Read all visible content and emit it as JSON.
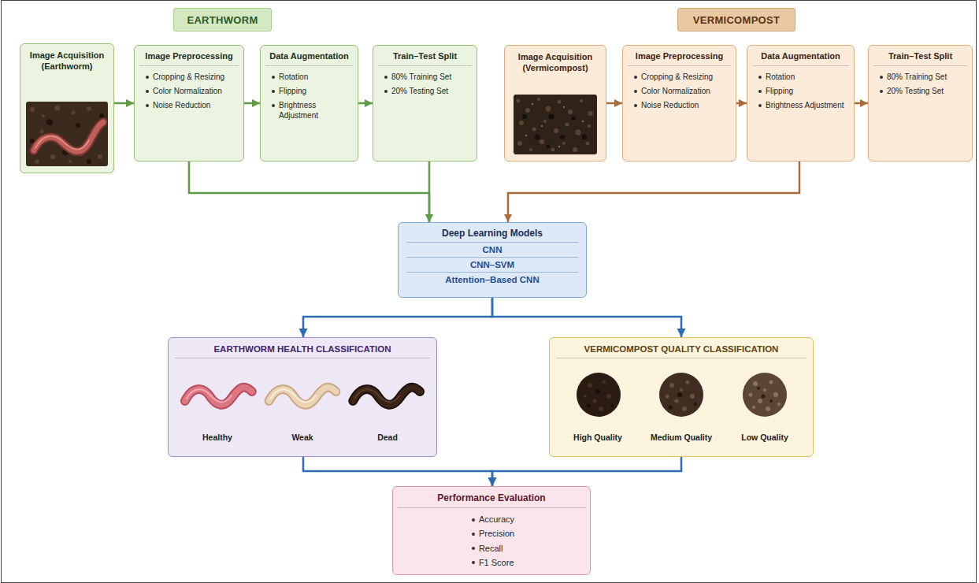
{
  "diagram": {
    "nodes": [
      {
        "text": [
          "EARTHWORM"
        ]
      },
      {
        "text": [
          "VERMICOMPOST"
        ]
      },
      {
        "text": [
          "Image Acquisition (Earthworm)"
        ]
      },
      {
        "text": [
          "Image Preprocessing",
          "Cropping & Resizing",
          "Color Normalization",
          "Noise Reduction"
        ]
      },
      {
        "text": [
          "Data Augmentation",
          "Rotation",
          "Flipping",
          "Brightness Adjustment"
        ]
      },
      {
        "text": [
          "Train–Test Split",
          "80% Training Set",
          "20% Testing Set"
        ]
      },
      {
        "text": [
          "Image Acquisition (Vermicompost)"
        ]
      },
      {
        "text": [
          "Image Preprocessing",
          "Cropping & Resizing",
          "Color Normalization",
          "Noise Reduction"
        ]
      },
      {
        "text": [
          "Data Augmentation",
          "Rotation",
          "Flipping",
          "Brightness Adjustment"
        ]
      },
      {
        "text": [
          "Train–Test Split",
          "80% Training Set",
          "20% Testing Set"
        ]
      },
      {
        "text": [
          "Deep Learning Models",
          "CNN",
          "CNN–SVM",
          "Attention–Based CNN"
        ]
      },
      {
        "text": [
          "EARTHWORM HEALTH CLASSIFICATION",
          "Healthy",
          "Weak",
          "Dead"
        ]
      },
      {
        "text": [
          "VERMICOMPOST QUALITY CLASSIFICATION",
          "High Quality",
          "Medium Quality",
          "Low Quality"
        ]
      },
      {
        "text": [
          "Performance Evaluation",
          "Accuracy",
          "Precision",
          "Recall",
          "F1 Score"
        ]
      }
    ],
    "edges": [
      {
        "from": 2,
        "to": 3,
        "arrow": "to"
      },
      {
        "from": 3,
        "to": 4,
        "arrow": "to"
      },
      {
        "from": 4,
        "to": 5,
        "arrow": "to"
      },
      {
        "from": 3,
        "to": 10,
        "arrow": "to"
      },
      {
        "from": 5,
        "to": 10,
        "arrow": "to"
      },
      {
        "from": 6,
        "to": 7,
        "arrow": "to"
      },
      {
        "from": 7,
        "to": 8,
        "arrow": "to"
      },
      {
        "from": 8,
        "to": 9,
        "arrow": "to"
      },
      {
        "from": 8,
        "to": 10,
        "arrow": "to"
      },
      {
        "from": 10,
        "to": 11,
        "arrow": "to"
      },
      {
        "from": 10,
        "to": 12,
        "arrow": "to"
      },
      {
        "from": 11,
        "to": 13,
        "arrow": "to"
      },
      {
        "from": 12,
        "to": 13,
        "arrow": "to"
      }
    ]
  }
}
